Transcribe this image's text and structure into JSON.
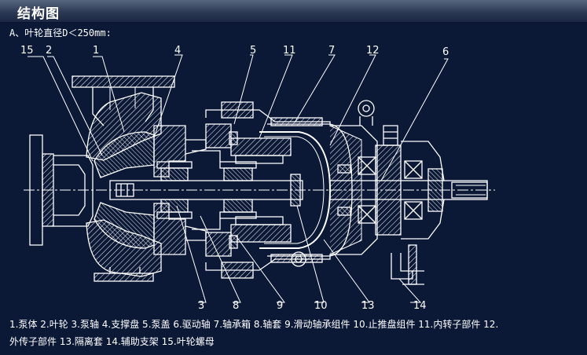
{
  "header": {
    "title": "结构图"
  },
  "subtitle": "A、叶轮直径D＜250mm:",
  "callouts": {
    "c1": "1",
    "c2": "2",
    "c3": "3",
    "c4": "4",
    "c5": "5",
    "c6": "6",
    "c7": "7",
    "c8": "8",
    "c9": "9",
    "c10": "10",
    "c11": "11",
    "c12": "12",
    "c13": "13",
    "c14": "14",
    "c15": "15"
  },
  "legend": {
    "line1": "1.泵体 2.叶轮 3.泵轴 4.支撑盘 5.泵盖 6.驱动轴 7.轴承箱 8.轴套 9.滑动轴承组件 10.止推盘组件 11.内转子部件 12.",
    "line2": "外传子部件 13.隔离套 14.辅助支架 15.叶轮螺母"
  },
  "colors": {
    "background": "#0b1836",
    "line": "#ffffff",
    "title_bar": "#3a4862"
  }
}
